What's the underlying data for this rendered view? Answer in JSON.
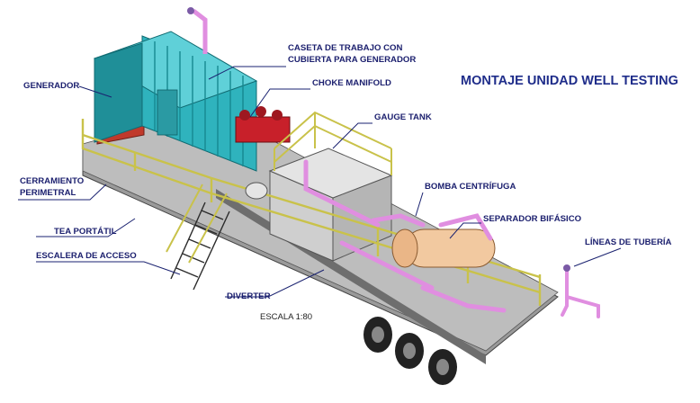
{
  "title": "MONTAJE UNIDAD WELL TESTING",
  "scale": "ESCALA 1:80",
  "labels": {
    "generador": "GENERADOR",
    "caseta_1": "CASETA DE TRABAJO CON",
    "caseta_2": "CUBIERTA PARA GENERADOR",
    "choke": "CHOKE MANIFOLD",
    "gauge": "GAUGE TANK",
    "cerramiento_1": "CERRAMIENTO",
    "cerramiento_2": "PERIMETRAL",
    "bomba": "BOMBA CENTRÍFUGA",
    "separador": "SEPARADOR BIFÁSICO",
    "tea": "TEA PORTÁTIL",
    "lineas": "LÍNEAS DE TUBERÍA",
    "escalera": "ESCALERA DE ACCESO",
    "diverter": "DIVERTER"
  },
  "colors": {
    "label_text": "#1b1f6e",
    "title_text": "#1f2d8a",
    "leader_line": "#1a2270",
    "cabin": "#2fb3bd",
    "railing": "#c9c24a",
    "pipes": "#e08ee0",
    "separator": "#f2c9a0",
    "tank": "#cfcfcf",
    "choke": "#c8202a"
  }
}
